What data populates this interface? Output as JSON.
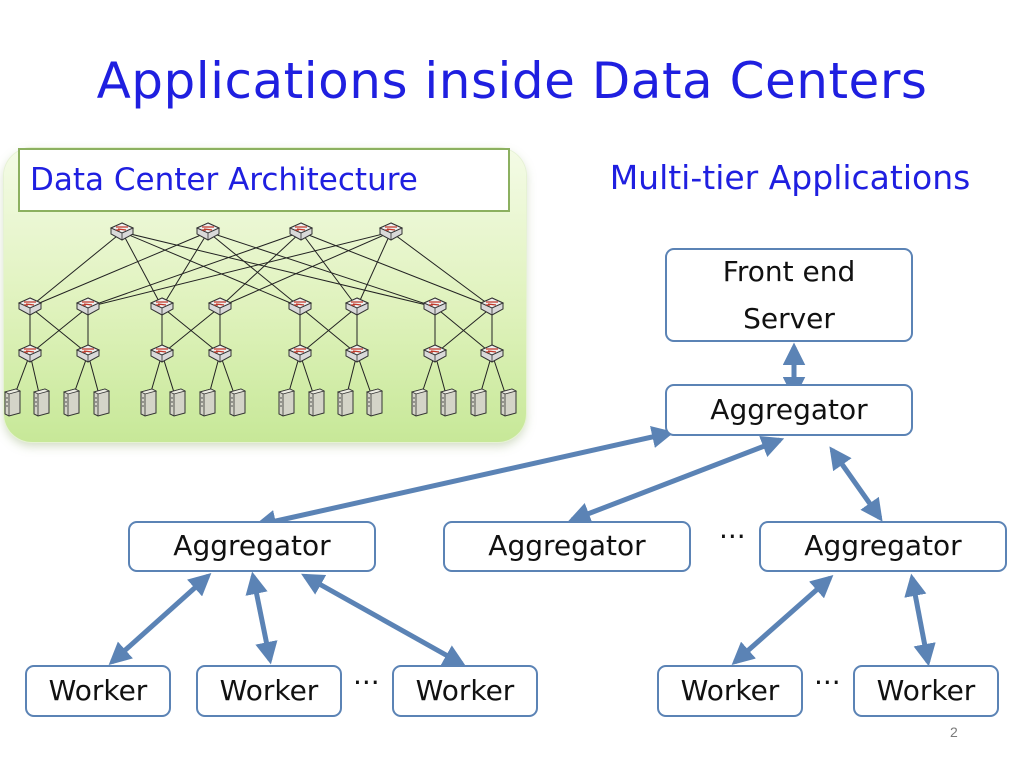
{
  "slide": {
    "title": "Applications inside Data Centers",
    "page_number": "2"
  },
  "architecture_panel": {
    "label": "Data Center Architecture",
    "colors": {
      "fill_top": "#f4fbe6",
      "fill_bottom": "#c7e898",
      "border": "#8cb060"
    }
  },
  "multitier": {
    "title": "Multi-tier Applications",
    "front_end": "Front end\nServer",
    "top_aggregator": "Aggregator",
    "mid_aggregators": [
      "Aggregator",
      "Aggregator",
      "Aggregator"
    ],
    "workers_left": [
      "Worker",
      "Worker",
      "Worker"
    ],
    "workers_right": [
      "Worker",
      "Worker"
    ],
    "ellipsis": "..."
  },
  "colors": {
    "title": "#1f1fe0",
    "box_border": "#5b83b5",
    "arrow": "#5b83b5",
    "link": "#222222"
  }
}
